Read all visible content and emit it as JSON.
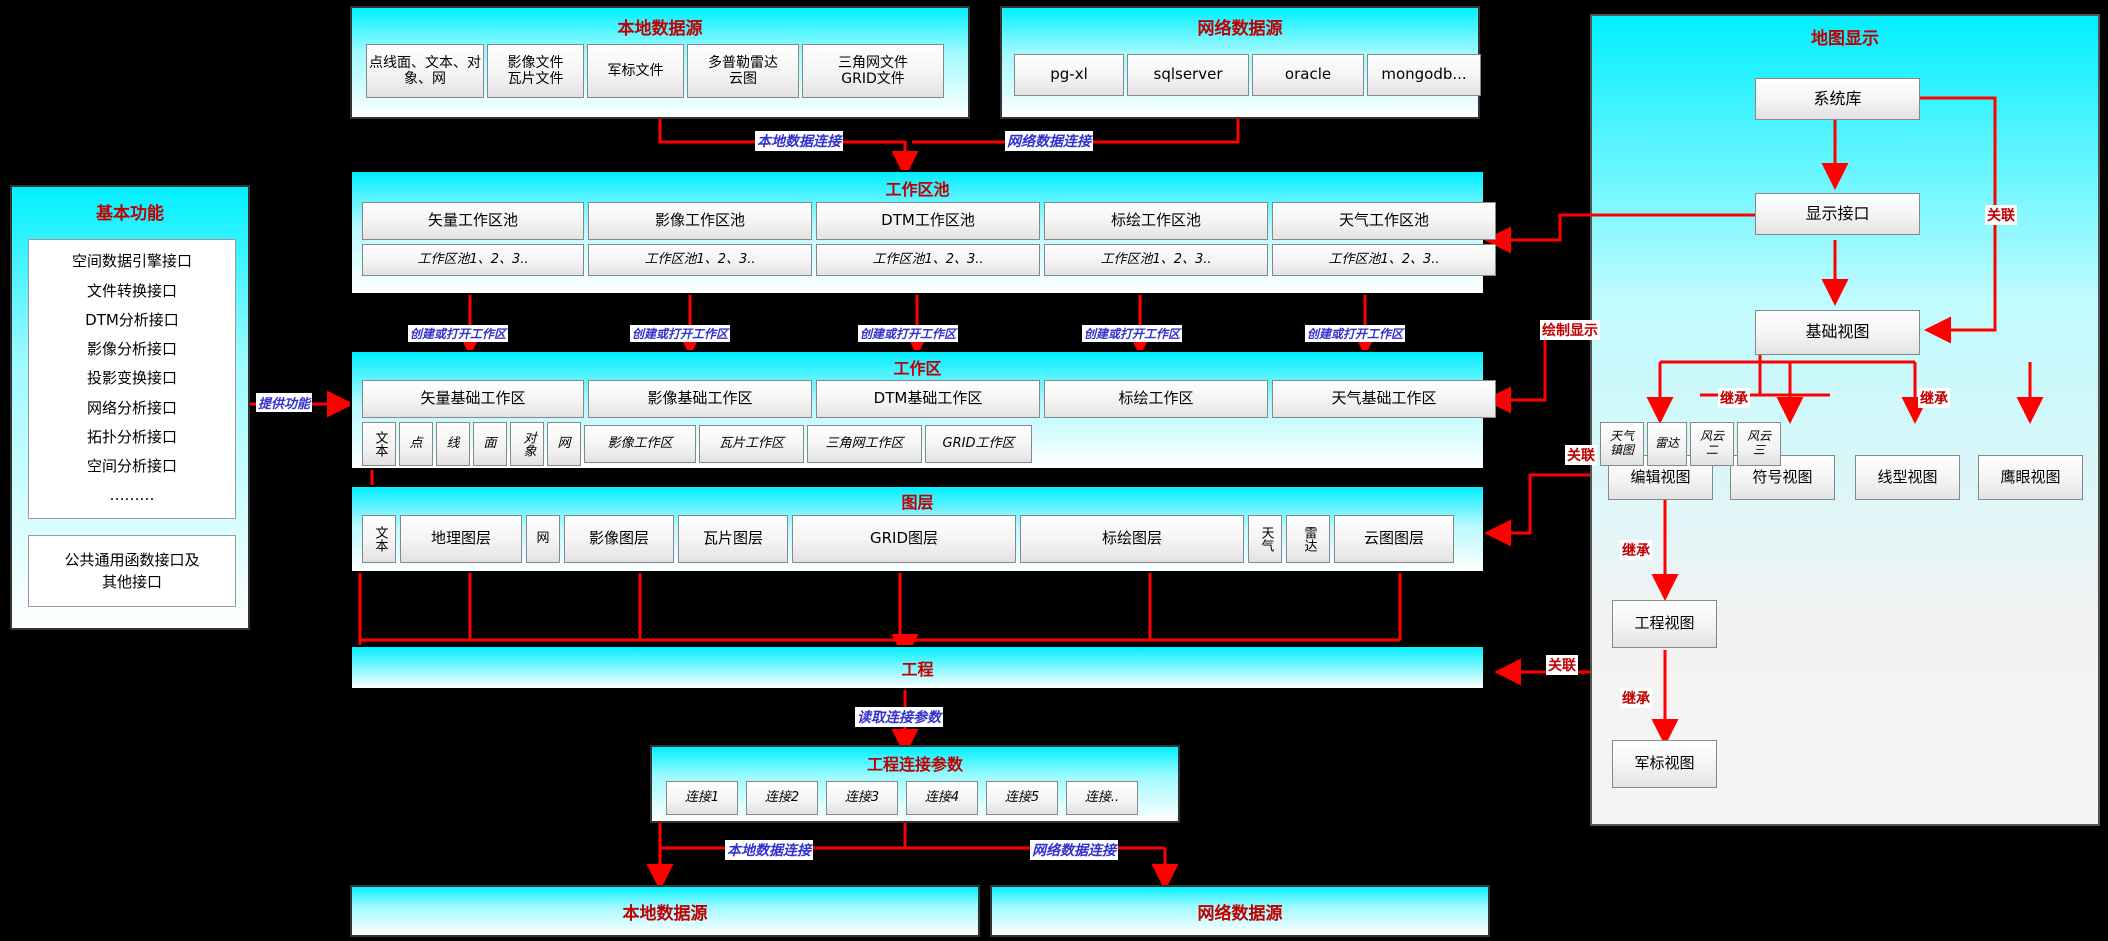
{
  "local_source": {
    "title": "本地数据源",
    "items": [
      "点线面、文本、对象、网",
      "影像文件\n瓦片文件",
      "军标文件",
      "多普勒雷达\n云图",
      "三角网文件\nGRID文件"
    ]
  },
  "network_source": {
    "title": "网络数据源",
    "items": [
      "pg-xl",
      "sqlserver",
      "oracle",
      "mongodb..."
    ]
  },
  "map_display": {
    "title": "地图显示",
    "nodes": {
      "system_lib": "系统库",
      "display_interface": "显示接口",
      "base_view": "基础视图",
      "edit_view": "编辑视图",
      "symbol_view": "符号视图",
      "line_view": "线型视图",
      "eagle_view": "鹰眼视图",
      "project_view": "工程视图",
      "milmark_view": "军标视图"
    },
    "labels": {
      "assoc1": "关联",
      "assoc2": "关联",
      "assoc3": "关联",
      "inherit1": "继承",
      "inherit2": "继承",
      "inherit3": "继承",
      "inherit4": "继承",
      "draw_display": "绘制显示"
    }
  },
  "basic_functions": {
    "title": "基本功能",
    "list": "空间数据引擎接口\n文件转换接口\nDTM分析接口\n影像分析接口\n投影变换接口\n网络分析接口\n拓扑分析接口\n空间分析接口\n………",
    "footer": "公共通用函数接口及\n其他接口",
    "link_label": "提供功能"
  },
  "workspace_pool": {
    "title": "工作区池",
    "columns": [
      "矢量工作区池",
      "影像工作区池",
      "DTM工作区池",
      "标绘工作区池",
      "天气工作区池"
    ],
    "sub": [
      "工作区池1、2、3..",
      "工作区池1、2、3..",
      "工作区池1、2、3..",
      "工作区池1、2、3..",
      "工作区池1、2、3.."
    ],
    "connect_labels": [
      "创建或打开工作区",
      "创建或打开工作区",
      "创建或打开工作区",
      "创建或打开工作区",
      "创建或打开工作区"
    ]
  },
  "workspace": {
    "title": "工作区",
    "columns": [
      "矢量基础工作区",
      "影像基础工作区",
      "DTM基础工作区",
      "标绘工作区",
      "天气基础工作区"
    ],
    "vector_small": [
      "文本",
      "点",
      "线",
      "面",
      "对象",
      "网"
    ],
    "image_small": [
      "影像工作区",
      "瓦片工作区"
    ],
    "dtm_small": [
      "三角网工作区",
      "GRID工作区"
    ],
    "weather_small": [
      "天气\n镇图",
      "雷达",
      "风云\n二",
      "风云\n三"
    ]
  },
  "layers": {
    "title": "图层",
    "items": [
      "文本",
      "地理图层",
      "网",
      "影像图层",
      "瓦片图层",
      "GRID图层",
      "标绘图层",
      "天气",
      "雷达",
      "云图图层"
    ]
  },
  "project": {
    "title": "工程",
    "read_label": "读取连接参数"
  },
  "project_params": {
    "title": "工程连接参数",
    "items": [
      "连接1",
      "连接2",
      "连接3",
      "连接4",
      "连接5",
      "连接.."
    ]
  },
  "bottom_sources": {
    "local": "本地数据源",
    "network": "网络数据源",
    "local_label": "本地数据连接",
    "network_label": "网络数据连接"
  },
  "top_labels": {
    "local_conn": "本地数据连接",
    "network_conn": "网络数据连接"
  }
}
